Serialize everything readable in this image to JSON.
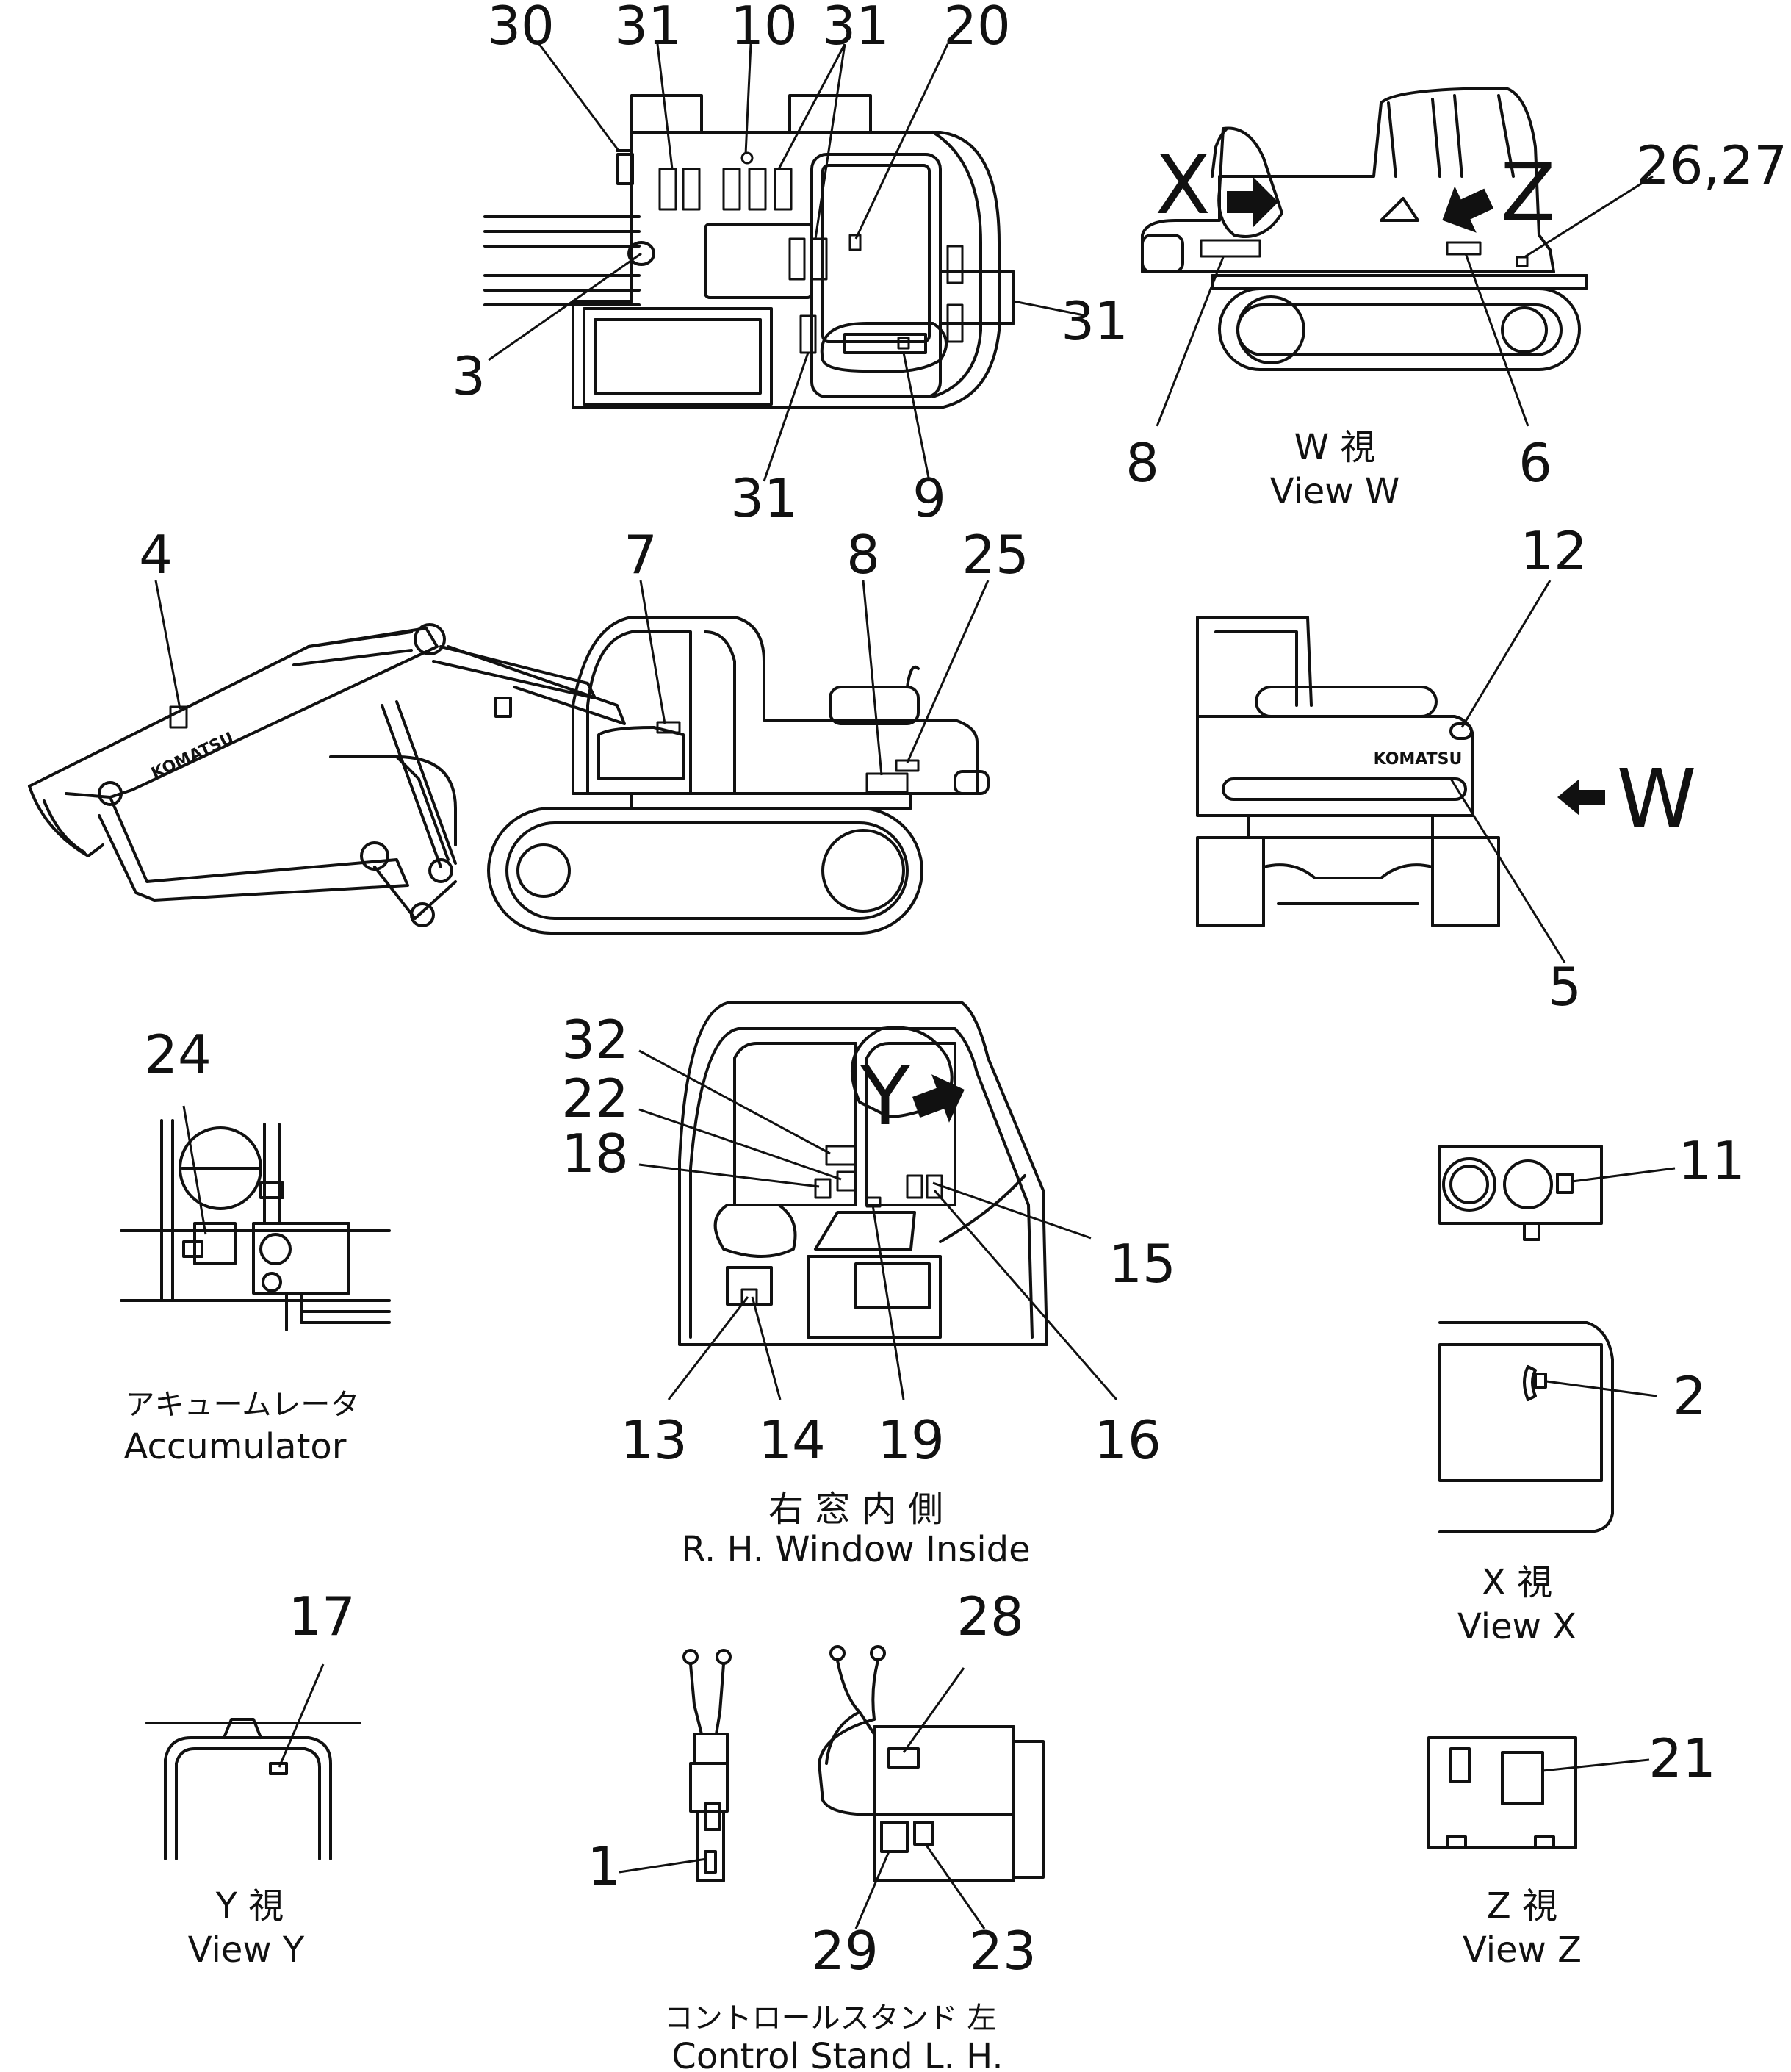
{
  "callouts": {
    "top_plan": {
      "c30": "30",
      "c31a": "31",
      "c10": "10",
      "c31b": "31",
      "c20": "20",
      "c31c": "31",
      "c3": "3",
      "c31d": "31",
      "c9": "9"
    },
    "view_w": {
      "c26_27": "26,27",
      "c8": "8",
      "c6": "6",
      "arrow_x": "X",
      "arrow_z": "Z"
    },
    "side": {
      "c4": "4",
      "c7": "7",
      "c8": "8",
      "c25": "25"
    },
    "rear": {
      "c12": "12",
      "c5": "5",
      "arrow_w": "W"
    },
    "accumulator": {
      "c24": "24"
    },
    "window": {
      "c32": "32",
      "c22": "22",
      "c18": "18",
      "c15": "15",
      "c13": "13",
      "c14": "14",
      "c19": "19",
      "c16": "16",
      "arrow_y": "Y"
    },
    "view_x": {
      "c11": "11",
      "c2": "2"
    },
    "view_y": {
      "c17": "17"
    },
    "control": {
      "c28": "28",
      "c1": "1",
      "c29": "29",
      "c23": "23"
    },
    "view_z": {
      "c21": "21"
    }
  },
  "logo_text": "KOMATSU",
  "captions": {
    "view_w_jp": "W 視",
    "view_w_en": "View W",
    "accumulator_jp": "アキュームレータ",
    "accumulator_en": "Accumulator",
    "window_jp": "右 窓 内 側",
    "window_en": "R. H. Window Inside",
    "view_x_jp": "X 視",
    "view_x_en": "View X",
    "view_y_jp": "Y 視",
    "view_y_en": "View Y",
    "control_jp": "コントロールスタンド 左",
    "control_en": "Control Stand L. H.",
    "view_z_jp": "Z 視",
    "view_z_en": "View Z"
  }
}
